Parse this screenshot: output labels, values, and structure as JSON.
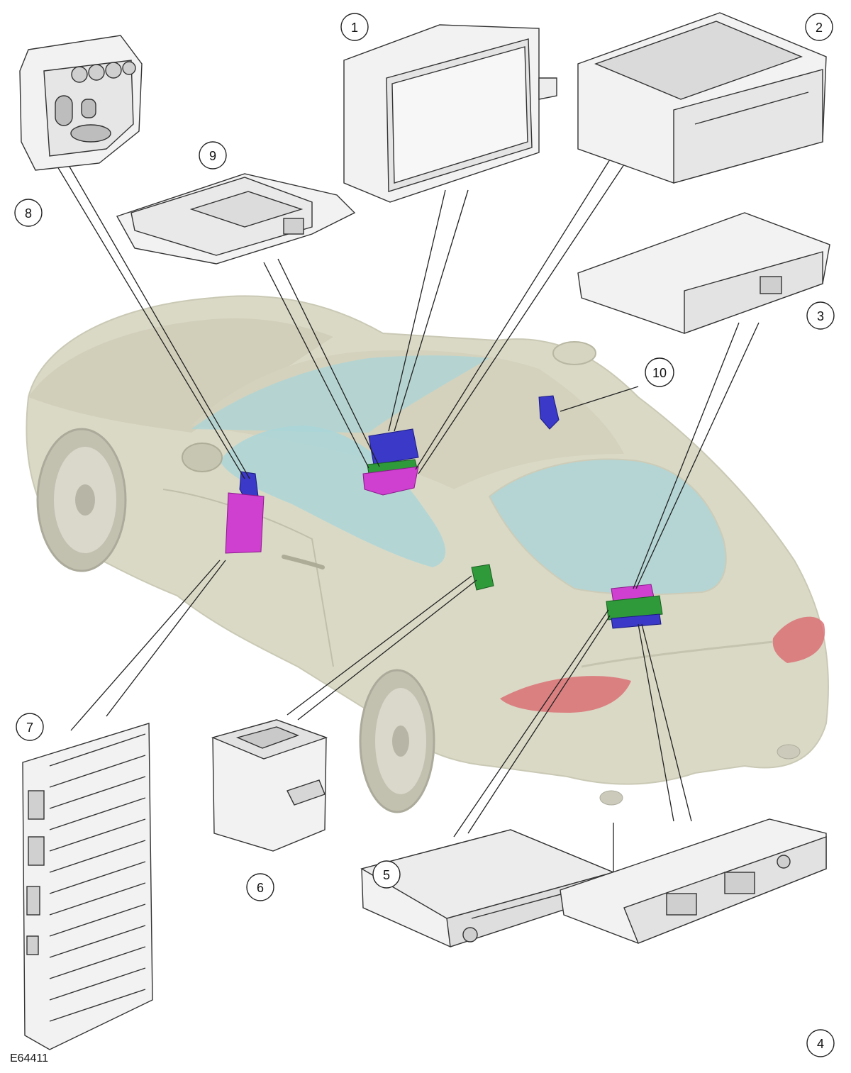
{
  "figure_code": "E64411",
  "callouts": {
    "c1": "1",
    "c2": "2",
    "c3": "3",
    "c4": "4",
    "c5": "5",
    "c6": "6",
    "c7": "7",
    "c8": "8",
    "c9": "9",
    "c10": "10"
  },
  "colors": {
    "car_body": "#d9d8c4",
    "car_shadow": "#b9b8a2",
    "glass": "#a7d3d6",
    "module_blue": "#3a39c8",
    "module_magenta": "#cf3fd0",
    "module_green": "#2f9a3a",
    "taillight": "#d96a6e",
    "part_fill": "#f2f2f2",
    "line": "#222222"
  }
}
